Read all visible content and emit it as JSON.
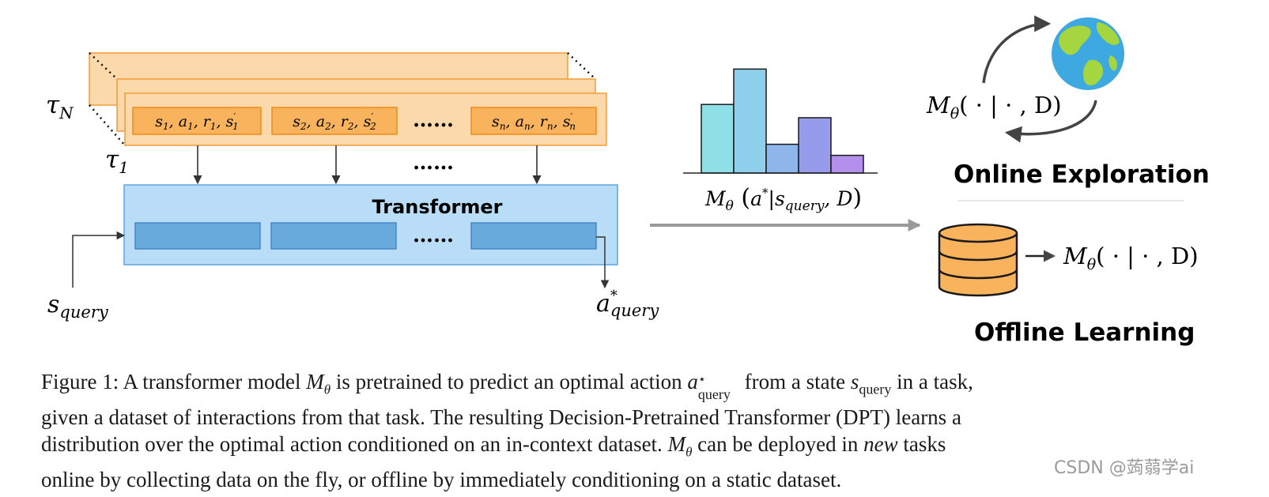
{
  "diagram": {
    "trajectory_top_label": "τ",
    "trajectory_top_sub": "N",
    "trajectory_bottom_label": "τ",
    "trajectory_bottom_sub": "1",
    "transitions": [
      {
        "s": "s",
        "s_sub": "1",
        "a": "a",
        "a_sub": "1",
        "r": "r",
        "r_sub": "1",
        "sp": "s",
        "sp_prime": "′",
        "sp_sub": "1"
      },
      {
        "s": "s",
        "s_sub": "2",
        "a": "a",
        "a_sub": "2",
        "r": "r",
        "r_sub": "2",
        "sp": "s",
        "sp_prime": "′",
        "sp_sub": "2"
      },
      {
        "s": "s",
        "s_sub": "n",
        "a": "a",
        "a_sub": "n",
        "r": "r",
        "r_sub": "n",
        "sp": "s",
        "sp_prime": "′",
        "sp_sub": "n"
      }
    ],
    "ellipsis": "……",
    "transformer_label": "Transformer",
    "s_query_main": "s",
    "s_query_sub": "query",
    "a_query_main": "a",
    "a_query_sup": "*",
    "a_query_sub": "query",
    "histogram": {
      "values": [
        0.62,
        0.94,
        0.26,
        0.5,
        0.16
      ],
      "colors": [
        "#8fe0e6",
        "#8ed0ec",
        "#8fb6ea",
        "#969ceb",
        "#b390ec"
      ],
      "label_M": "M",
      "label_theta": "θ",
      "label_a": "a",
      "label_star": "*",
      "label_bar": "|",
      "label_s": "s",
      "label_sub": "query",
      "label_comma_D": ", D"
    },
    "online_label": "Online Exploration",
    "offline_label": "Offline Learning",
    "model_M": "M",
    "model_theta": "θ",
    "model_args": "( · | · , D)"
  },
  "caption": {
    "fig": "Figure 1:",
    "p1": " A transformer model ",
    "M": "M",
    "theta": "θ",
    "p2": " is pretrained to predict an optimal action ",
    "a": "a",
    "star": "⋆",
    "query": "query",
    "p3": " from a state ",
    "s": "s",
    "query2": "query",
    "p4": " in a task,",
    "line2": "given a dataset of interactions from that task. The resulting Decision-Pretrained Transformer (DPT) learns a",
    "line3a": "distribution over the optimal action conditioned on an in-context dataset. ",
    "M3": "M",
    "theta3": "θ",
    "line3b": " can be deployed in ",
    "new_word": "new",
    "line3c": " tasks",
    "line4": "online by collecting data on the fly, or offline by immediately conditioning on a static dataset."
  },
  "watermark": "CSDN @蒟蒻学ai",
  "colors": {
    "orange_fill": "#fcd9ab",
    "orange_stroke": "#f29c38",
    "transformer_fill": "#b9ddf7",
    "transformer_stroke": "#5aa6e0",
    "token_fill": "#67aadb",
    "token_stroke": "#3c7fc4",
    "arrow_grey": "#9a9a9a",
    "db_fill": "#f9b35c"
  }
}
